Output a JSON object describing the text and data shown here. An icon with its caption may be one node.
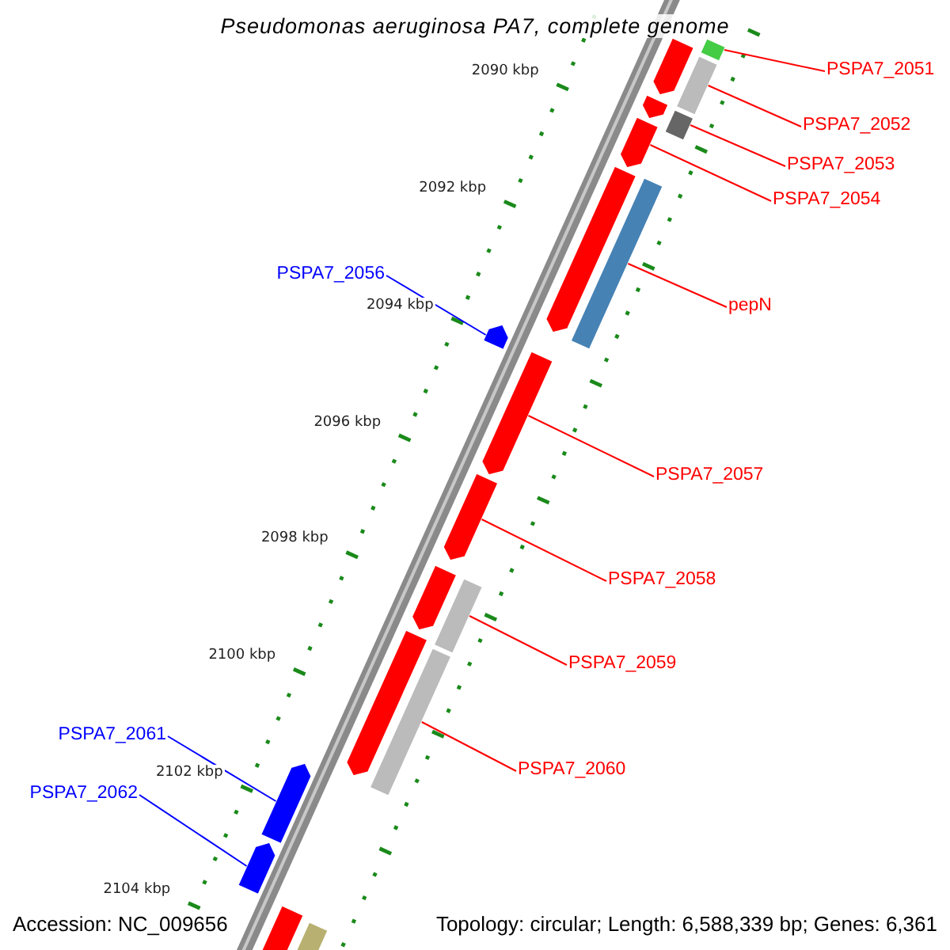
{
  "diagram": {
    "title": "Pseudomonas aeruginosa PA7, complete genome",
    "nodes": [
      {
        "text": [
          "PSPA7_2051"
        ]
      },
      {
        "text": [],
        "shape": "bar"
      },
      {
        "text": [
          "PSPA7_2052"
        ]
      },
      {
        "text": [],
        "shape": "bar"
      },
      {
        "text": [
          "PSPA7_2053"
        ]
      },
      {
        "text": [],
        "shape": "bar"
      },
      {
        "text": [
          "PSPA7_2054"
        ]
      },
      {
        "text": [],
        "shape": "bar"
      },
      {
        "text": [
          "pepN"
        ]
      },
      {
        "text": [],
        "shape": "bar"
      },
      {
        "text": [
          "PSPA7_2056"
        ]
      },
      {
        "text": [],
        "shape": "bar"
      },
      {
        "text": [
          "PSPA7_2057"
        ]
      },
      {
        "text": [],
        "shape": "bar"
      },
      {
        "text": [
          "PSPA7_2058"
        ]
      },
      {
        "text": [],
        "shape": "bar"
      },
      {
        "text": [
          "PSPA7_2059"
        ]
      },
      {
        "text": [],
        "shape": "bar"
      },
      {
        "text": [
          "PSPA7_2060"
        ]
      },
      {
        "text": [],
        "shape": "bar"
      },
      {
        "text": [
          "PSPA7_2061"
        ]
      },
      {
        "text": [],
        "shape": "bar"
      },
      {
        "text": [
          "PSPA7_2062"
        ]
      },
      {
        "text": [],
        "shape": "bar"
      },
      {
        "text": [],
        "shape": "bar"
      },
      {
        "text": [],
        "shape": "bar"
      },
      {
        "text": [],
        "shape": "bar"
      },
      {
        "text": [],
        "shape": "bar"
      },
      {
        "text": [],
        "shape": "bar"
      },
      {
        "text": [],
        "shape": "bar"
      },
      {
        "text": [],
        "shape": "bar"
      }
    ],
    "edges": [
      {
        "from": 0,
        "to": 1,
        "arrow": "none"
      },
      {
        "from": 2,
        "to": 3,
        "arrow": "none"
      },
      {
        "from": 4,
        "to": 5,
        "arrow": "none"
      },
      {
        "from": 6,
        "to": 7,
        "arrow": "none"
      },
      {
        "from": 8,
        "to": 9,
        "arrow": "none"
      },
      {
        "from": 10,
        "to": 11,
        "arrow": "none",
        "color": "#0000ff"
      },
      {
        "from": 12,
        "to": 13,
        "arrow": "none"
      },
      {
        "from": 14,
        "to": 15,
        "arrow": "none"
      },
      {
        "from": 16,
        "to": 17,
        "arrow": "none"
      },
      {
        "from": 18,
        "to": 19,
        "arrow": "none"
      },
      {
        "from": 20,
        "to": 21,
        "arrow": "none",
        "color": "#0000ff"
      },
      {
        "from": 22,
        "to": 23,
        "arrow": "none",
        "color": "#0000ff"
      }
    ],
    "labels": [
      "2090 kbp",
      "2092 kbp",
      "2094 kbp",
      "2096 kbp",
      "2098 kbp",
      "2100 kbp",
      "2102 kbp",
      "2104 kbp",
      "Accession: NC_009656",
      "Topology: circular; Length: 6,588,339 bp; Genes: 6,361"
    ]
  }
}
